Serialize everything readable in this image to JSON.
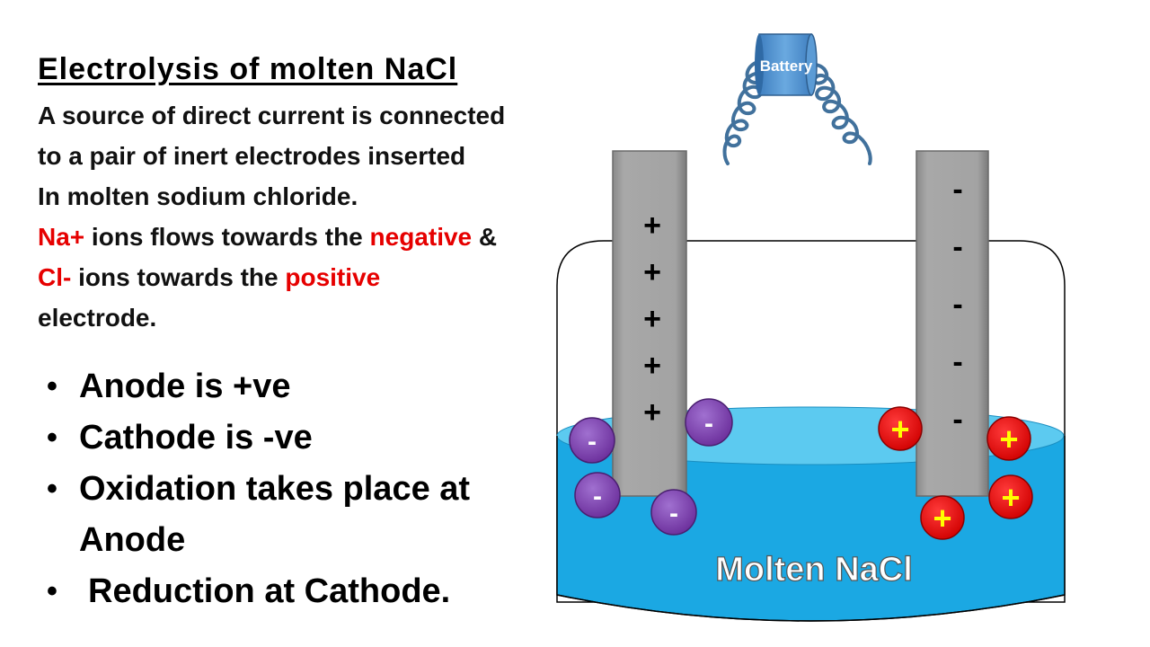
{
  "title": "Electrolysis of molten NaCl",
  "paragraph": {
    "line1": "A source of direct current is connected",
    "line2": "to a pair of inert electrodes inserted",
    "line3": "In molten sodium chloride.",
    "line4_red1": "Na+",
    "line4_mid": " ions flows towards the ",
    "line4_red2": "negative",
    "line4_end": " &",
    "line5_red1": "Cl-",
    "line5_mid": " ions towards the ",
    "line5_red2": "positive",
    "line6": "electrode."
  },
  "bullets": [
    "Anode is +ve",
    "Cathode is -ve",
    "Oxidation takes place at Anode",
    "Reduction at Cathode."
  ],
  "bullet3_line1": "Oxidation takes place at",
  "bullet3_line2": "Anode",
  "battery_label": "Battery",
  "electrolyte_label": "Molten NaCl",
  "anode_sign": "+",
  "cathode_sign": "-",
  "anion_sign": "-",
  "cation_sign": "+",
  "colors": {
    "accent_red": "#e60000",
    "electrode_gray": "#9a9a9a",
    "liquid_blue": "#1ba8e3",
    "anion_purple": "#7030a0",
    "cation_red": "#e00000",
    "cation_sign_yellow": "#ffff00",
    "battery_blue": "#5b9bd5"
  }
}
